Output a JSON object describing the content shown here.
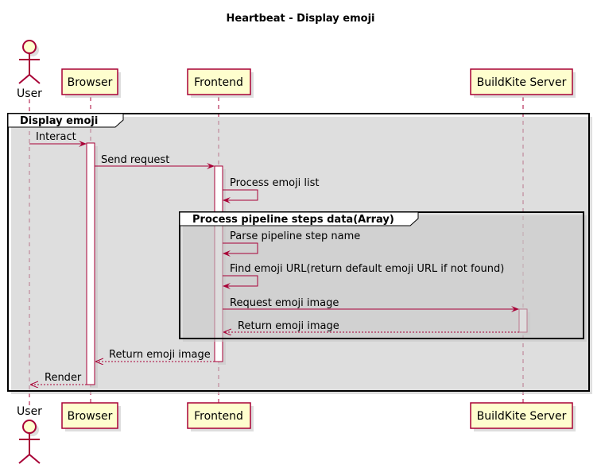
{
  "title": "Heartbeat - Display emoji",
  "participants": {
    "user": "User",
    "browser": "Browser",
    "frontend": "Frontend",
    "buildkite": "BuildKite Server"
  },
  "groups": {
    "outer": "Display emoji",
    "inner": "Process pipeline steps data(Array)"
  },
  "messages": [
    {
      "from": "user",
      "to": "browser",
      "label": "Interact",
      "style": "solid"
    },
    {
      "from": "browser",
      "to": "frontend",
      "label": "Send request",
      "style": "solid"
    },
    {
      "from": "frontend",
      "to": "frontend",
      "label": "Process emoji list",
      "style": "self"
    },
    {
      "from": "frontend",
      "to": "frontend",
      "label": "Parse pipeline step name",
      "style": "self"
    },
    {
      "from": "frontend",
      "to": "frontend",
      "label": "Find emoji URL(return default emoji URL if not found)",
      "style": "self"
    },
    {
      "from": "frontend",
      "to": "buildkite",
      "label": "Request emoji image",
      "style": "solid"
    },
    {
      "from": "buildkite",
      "to": "frontend",
      "label": "Return emoji image",
      "style": "dashed"
    },
    {
      "from": "frontend",
      "to": "browser",
      "label": "Return emoji image",
      "style": "dashed"
    },
    {
      "from": "browser",
      "to": "user",
      "label": "Render",
      "style": "dashed"
    }
  ],
  "colors": {
    "accent": "#A80036",
    "participant_fill": "#FEFECE",
    "frame": "#000000",
    "shadow": "#C8C8C8"
  }
}
